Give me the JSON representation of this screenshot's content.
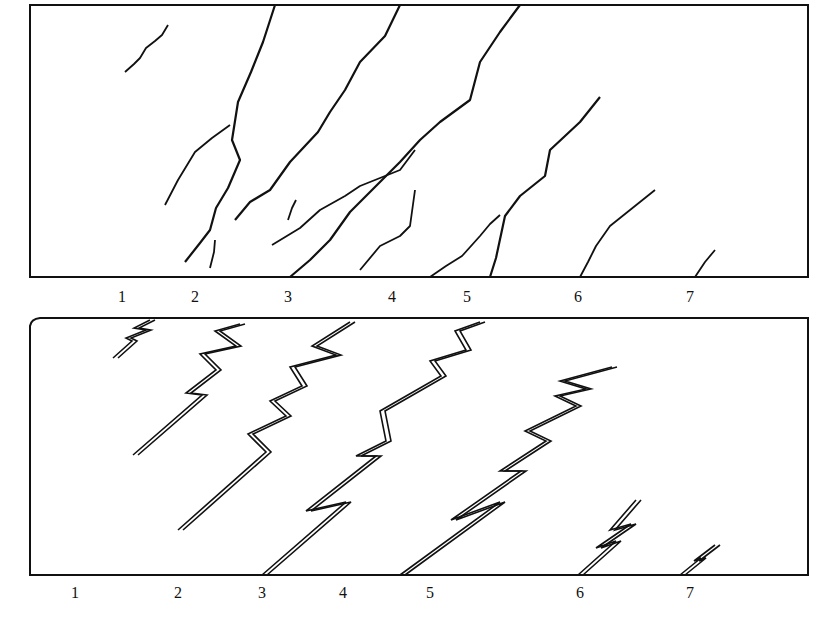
{
  "diagram": {
    "labels": [
      "1",
      "2",
      "3",
      "4",
      "5",
      "6",
      "7",
      "1",
      "2",
      "3",
      "4",
      "5",
      "6",
      "7"
    ]
  }
}
